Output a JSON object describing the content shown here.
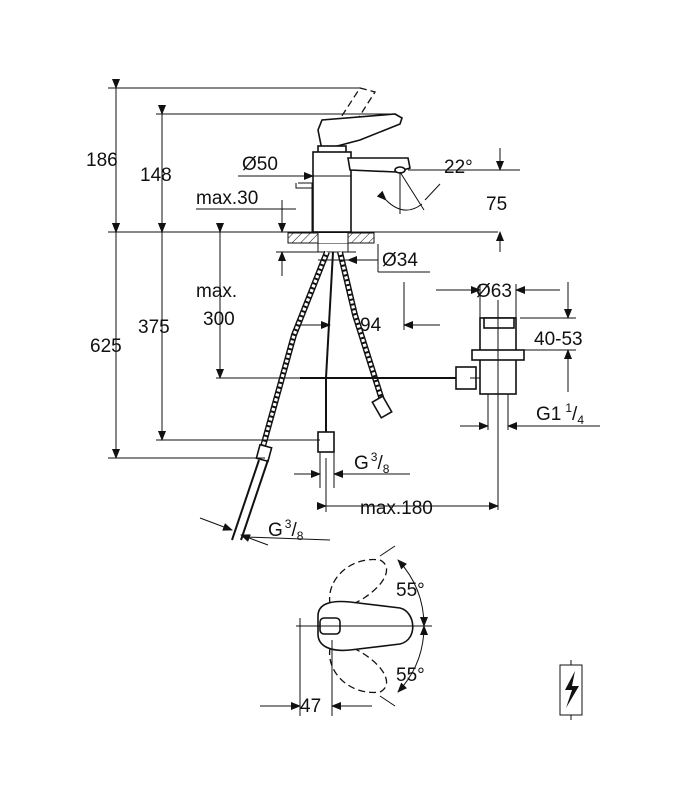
{
  "dimensions": {
    "total_height": "186",
    "lever_height": "148",
    "spout_diameter_prefix": "Ø",
    "spout_diameter": "50",
    "spout_angle": "22°",
    "max_deck": "max.30",
    "spout_height": "75",
    "hole_diameter": "Ø34",
    "max_label": "max.",
    "max_value": "300",
    "reach": "94",
    "waste_diameter": "Ø63",
    "waste_adjust": "40-53",
    "under_height": "625",
    "under_height_2": "375",
    "waste_thread_main": "G1",
    "waste_thread_num": "1",
    "waste_thread_den": "4",
    "hose_thread_1_main": "G",
    "hose_thread_1_num": "3",
    "hose_thread_1_den": "8",
    "max_180": "max.180",
    "hose_thread_2_main": "G",
    "hose_thread_2_num": "3",
    "hose_thread_2_den": "8",
    "rotation_angle_top": "55°",
    "rotation_angle_bottom": "55°",
    "lever_offset": "47"
  },
  "icons": {
    "electric": "lightning-bolt-icon"
  }
}
